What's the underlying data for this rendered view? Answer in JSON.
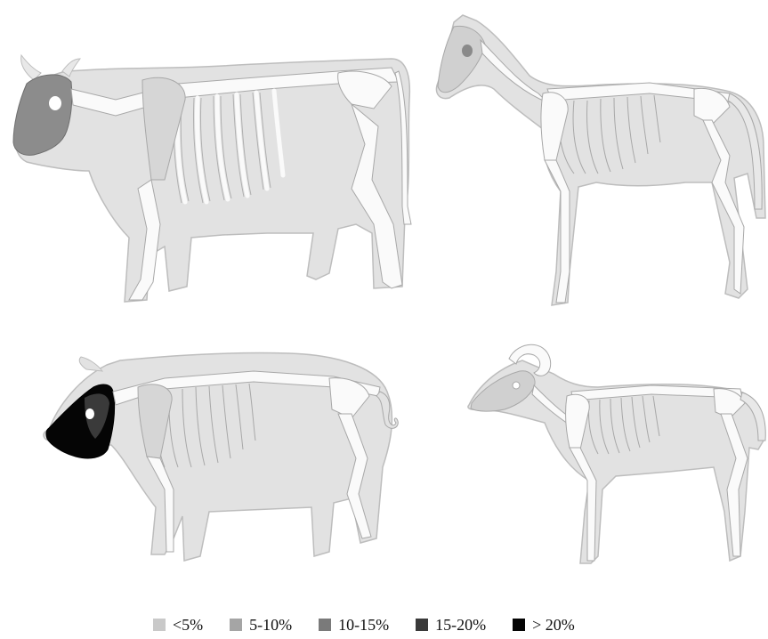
{
  "legend": {
    "items": [
      {
        "label": "<5%",
        "color": "#c9c9c9"
      },
      {
        "label": "5-10%",
        "color": "#a5a5a5"
      },
      {
        "label": "10-15%",
        "color": "#7a7a7a"
      },
      {
        "label": "15-20%",
        "color": "#3a3a3a"
      },
      {
        "label": "> 20%",
        "color": "#050505"
      }
    ]
  },
  "animals": {
    "cow": {
      "skull_category": "10-15%",
      "skull_color": "#8c8c8c"
    },
    "horse": {
      "skull_category": "<5%",
      "skull_color": "#d0d0d0"
    },
    "pig": {
      "skull_category": "> 20%",
      "skull_color": "#050505"
    },
    "sheep": {
      "skull_category": "<5%",
      "skull_color": "#d0d0d0"
    }
  },
  "colors": {
    "body": "#e2e2e2",
    "outline": "#bdbdbd",
    "bone": "#fafafa",
    "bone_line": "#a8a8a8"
  }
}
